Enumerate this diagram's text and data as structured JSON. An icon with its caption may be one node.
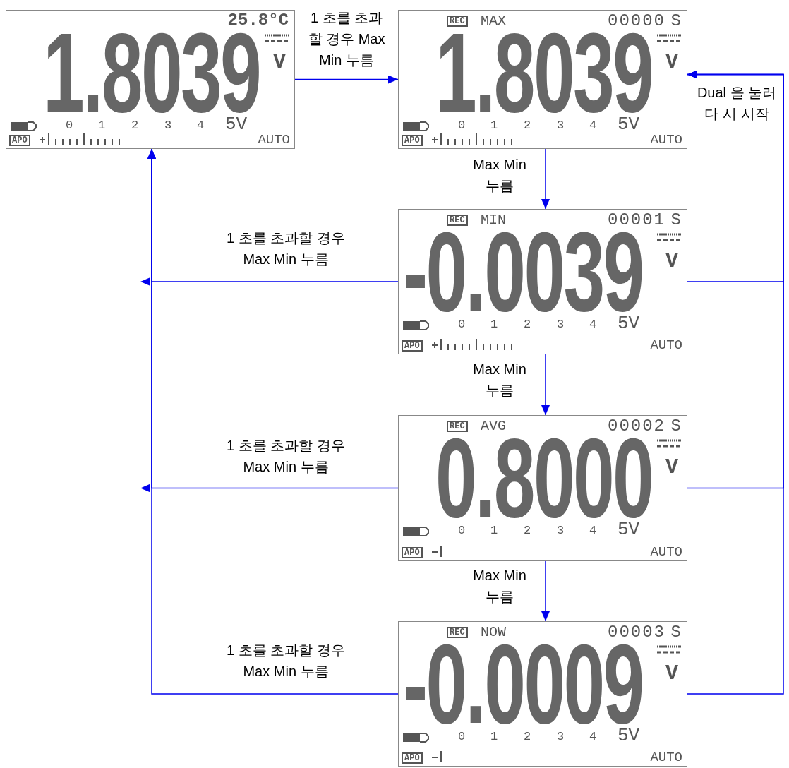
{
  "diagram": {
    "nodes": [
      {
        "text": [
          "25.8°C",
          "1.8039",
          "V",
          "0",
          "1",
          "2",
          "3",
          "4",
          "5V",
          "APO",
          "AUTO"
        ]
      },
      {
        "text": [
          "REC",
          "MAX",
          "00000",
          "S",
          "1.8039",
          "V",
          "0",
          "1",
          "2",
          "3",
          "4",
          "5V",
          "APO",
          "AUTO"
        ]
      },
      {
        "text": [
          "REC",
          "MIN",
          "00001",
          "S",
          "-0.0039",
          "V",
          "0",
          "1",
          "2",
          "3",
          "4",
          "5V",
          "APO",
          "AUTO"
        ]
      },
      {
        "text": [
          "REC",
          "AVG",
          "00002",
          "S",
          "0.8000",
          "V",
          "0",
          "1",
          "2",
          "3",
          "4",
          "5V",
          "APO",
          "AUTO"
        ]
      },
      {
        "text": [
          "REC",
          "NOW",
          "00003",
          "S",
          "-0.0009",
          "V",
          "0",
          "1",
          "2",
          "3",
          "4",
          "5V",
          "APO",
          "AUTO"
        ]
      }
    ],
    "edges": [
      {
        "from": 0,
        "to": 1,
        "arrow": "to",
        "label": "1 초를 초과 할 경우 Max Min 누름"
      },
      {
        "from": 1,
        "to": 2,
        "arrow": "to",
        "label": "Max Min 누름"
      },
      {
        "from": 2,
        "to": 3,
        "arrow": "to",
        "label": "Max Min 누름"
      },
      {
        "from": 3,
        "to": 4,
        "arrow": "to",
        "label": "Max Min 누름"
      },
      {
        "from": 2,
        "to": 0,
        "arrow": "to",
        "label": "1 초를 초과할 경우 Max Min 누름"
      },
      {
        "from": 3,
        "to": 0,
        "arrow": "to",
        "label": "1 초를 초과할 경우 Max Min 누름"
      },
      {
        "from": 4,
        "to": 0,
        "arrow": "to",
        "label": "1 초를 초과할 경우 Max Min 누름"
      },
      {
        "from": 2,
        "to": 1,
        "arrow": "to",
        "label": "Dual 을 눌러 다 시 시작"
      },
      {
        "from": 3,
        "to": 1,
        "arrow": "to"
      },
      {
        "from": 4,
        "to": 1,
        "arrow": "to"
      }
    ]
  }
}
